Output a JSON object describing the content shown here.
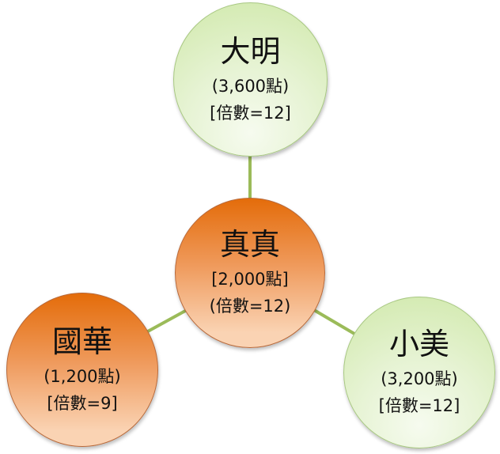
{
  "nodes": {
    "top": {
      "name": "大明",
      "points": "(3,600點)",
      "multiplier": "[倍數=12]"
    },
    "center": {
      "name": "真真",
      "points": "[2,000點]",
      "multiplier": "(倍數=12)"
    },
    "left": {
      "name": "國華",
      "points": "(1,200點)",
      "multiplier": "[倍數=9]"
    },
    "right": {
      "name": "小美",
      "points": "(3,200點)",
      "multiplier": "[倍數=12]"
    }
  },
  "colors": {
    "connector": "#9bbb59",
    "green_fill": "#d7ecb8",
    "orange_fill": "#e46c0a"
  }
}
